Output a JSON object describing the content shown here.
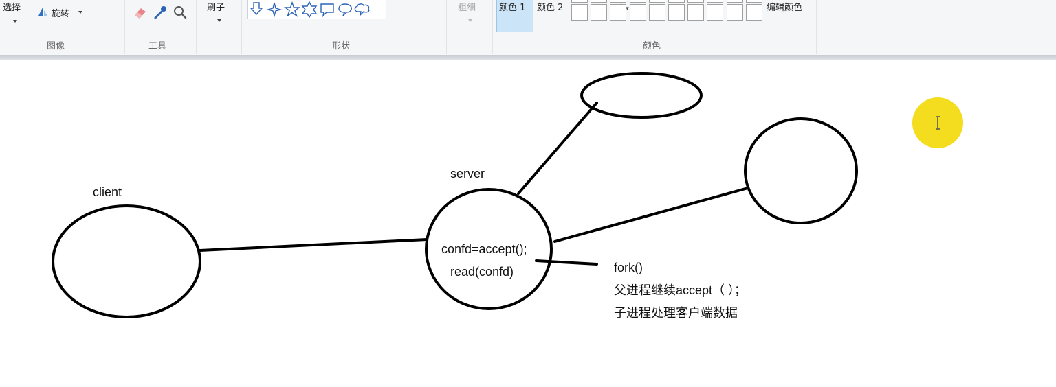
{
  "ribbon": {
    "image_group": {
      "select_label": "选择",
      "rotate_label": "旋转",
      "group_label": "图像"
    },
    "tools_group": {
      "group_label": "工具",
      "icons": [
        "eraser-icon",
        "color-picker-icon",
        "magnifier-icon"
      ]
    },
    "brush_label": "刷子",
    "shapes_group": {
      "group_label": "形状",
      "icons": [
        "down-arrow-shape",
        "four-point-star-shape",
        "five-point-star-shape",
        "six-point-star-shape",
        "rect-callout-shape",
        "oval-callout-shape",
        "cloud-callout-shape"
      ]
    },
    "size_label": "粗细",
    "colors_group": {
      "color1_label": "颜色 1",
      "color2_label": "颜色 2",
      "edit_colors_label": "编辑颜色",
      "group_label": "颜色"
    }
  },
  "canvas": {
    "client_label": "client",
    "server_label": "server",
    "server_line1": "confd=accept();",
    "server_line2": "read(confd)",
    "fork_label": "fork()",
    "note_line1": "父进程继续accept（ ）；",
    "note_line2": "子进程处理客户端数据"
  },
  "colors": {
    "ribbon_bg": "#f5f6f7",
    "selected_color_bg": "#cce4f7",
    "cursor_highlight": "#f4dc1e",
    "ink": "#000000"
  }
}
